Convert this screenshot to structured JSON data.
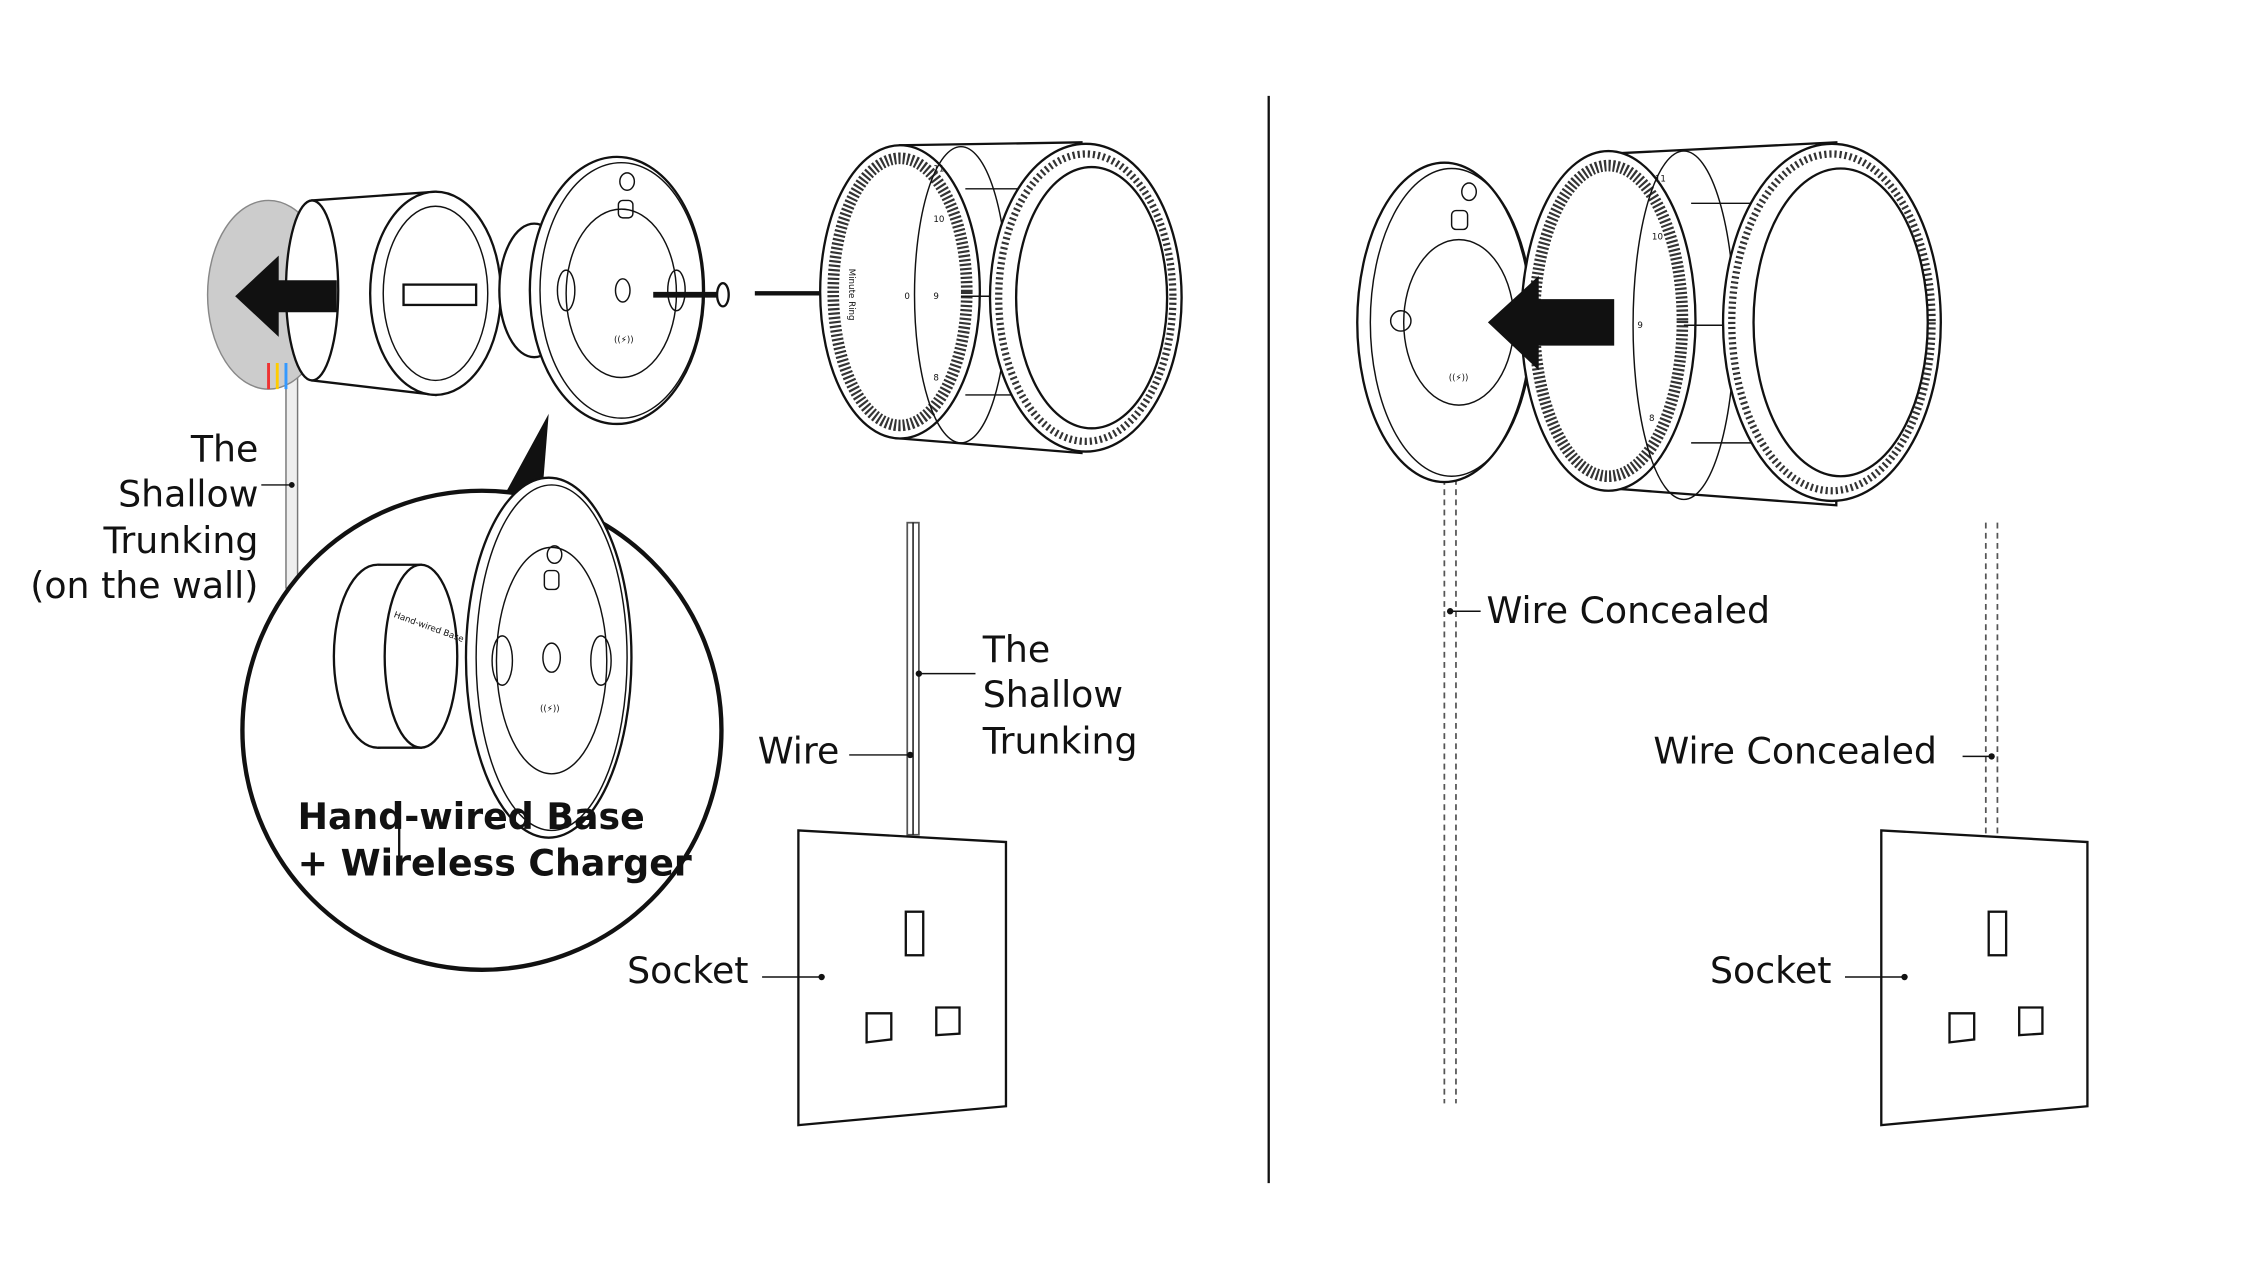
{
  "left_panel": {
    "trunking_wall_label": [
      "The",
      "Shallow",
      "Trunking",
      "(on the wall)"
    ],
    "inset_caption": [
      "Hand-wired Base",
      "+ Wireless Charger"
    ],
    "inset_puck_text": "Hand-wired Base",
    "wire_label": "Wire",
    "trunking_label": [
      "The",
      "Shallow",
      "Trunking"
    ],
    "socket_label": "Socket",
    "dial_ring_text": "Minute Ring",
    "dial_numbers": [
      "11",
      "10",
      "9",
      "8",
      "0"
    ]
  },
  "right_panel": {
    "wire_concealed_left": "Wire Concealed",
    "wire_concealed_right": "Wire Concealed",
    "socket_label": "Socket",
    "dial_numbers": [
      "11",
      "10",
      "9",
      "8"
    ]
  },
  "colors": {
    "line": "#111111",
    "wall_plate": "#cccccc",
    "arrow": "#111111"
  }
}
